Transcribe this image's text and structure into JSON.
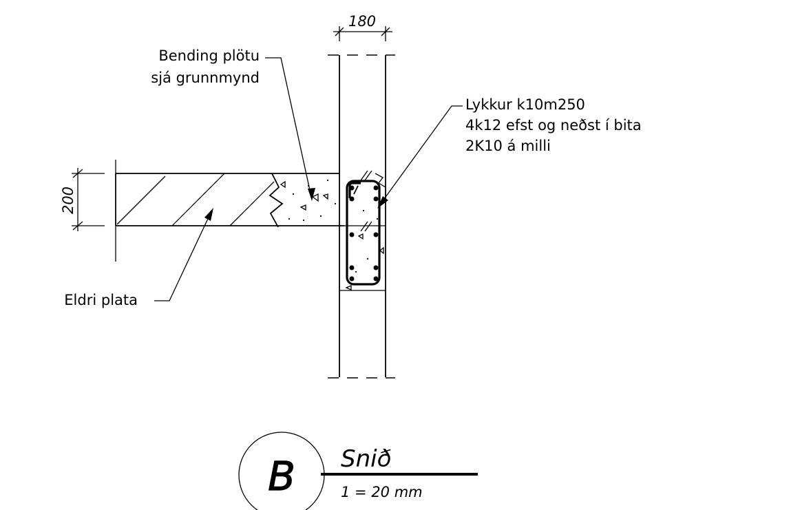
{
  "dimensions": {
    "wall_thickness": "180",
    "slab_thickness": "200"
  },
  "annotations": {
    "bending_line1": "Bending plötu",
    "bending_line2": "sjá grunnmynd",
    "lykkur_line1": "Lykkur k10m250",
    "lykkur_line2": "4k12 efst og neðst í bita",
    "lykkur_line3": "2K10 á milli",
    "eldri_plata": "Eldri plata"
  },
  "title_block": {
    "section_letter": "B",
    "title": "Snið",
    "scale": "1 = 20 mm"
  }
}
